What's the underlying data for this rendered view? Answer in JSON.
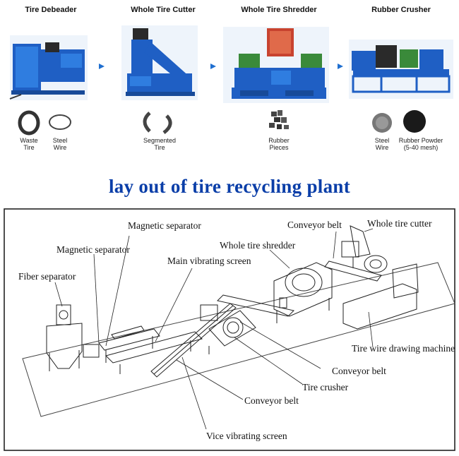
{
  "stages": [
    {
      "title": "Tire Debeader"
    },
    {
      "title": "Whole Tire Cutter"
    },
    {
      "title": "Whole Tire Shredder"
    },
    {
      "title": "Rubber Crusher"
    }
  ],
  "products": {
    "waste_tire": "Waste\nTire",
    "steel_wire_1": "Steel\nWire",
    "segmented_tire": "Segmented\nTire",
    "rubber_pieces": "Rubber\nPieces",
    "steel_wire_2": "Steel\nWire",
    "rubber_powder": "Rubber Powder\n(5-40 mesh)"
  },
  "main_title": "lay out of tire recycling plant",
  "layout_labels": {
    "magnetic_separator_1": "Magnetic separator",
    "magnetic_separator_2": "Magnetic separator",
    "fiber_separator": "Fiber separator",
    "main_vibrating_screen": "Main vibrating screen",
    "whole_tire_shredder": "Whole tire shredder",
    "conveyor_belt_top": "Conveyor belt",
    "whole_tire_cutter": "Whole tire cutter",
    "tire_wire_drawing_machine": "Tire wire drawing machine",
    "conveyor_belt_mid": "Conveyor belt",
    "tire_crusher": "Tire crusher",
    "conveyor_belt_bottom": "Conveyor belt",
    "vice_vibrating_screen": "Vice vibrating screen"
  },
  "colors": {
    "machine_blue": "#1f5fc4",
    "title_blue": "#0a3ea8",
    "arrow_blue": "#1f6fd0"
  }
}
